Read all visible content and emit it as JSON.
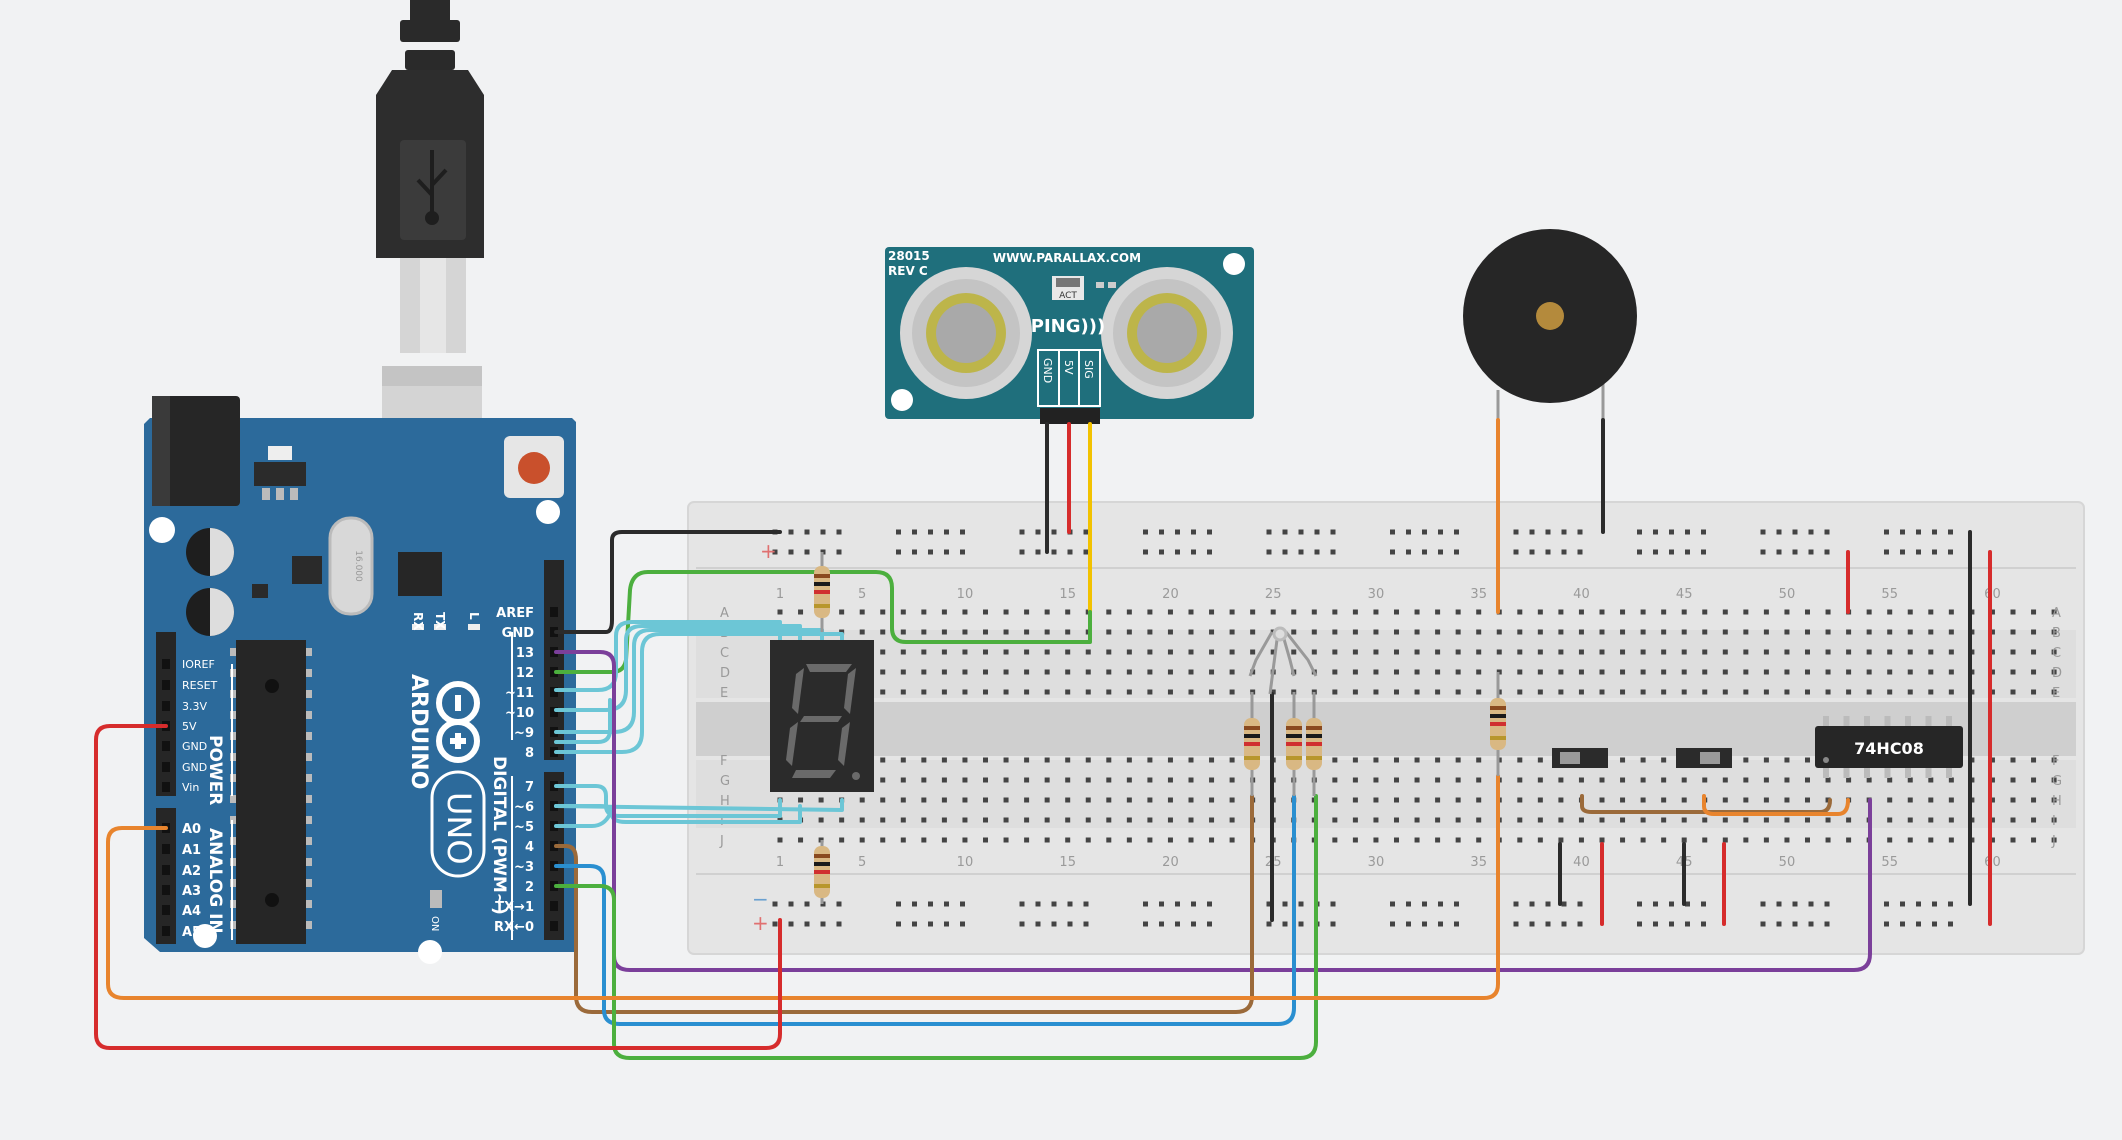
{
  "arduino": {
    "brand": "ARDUINO",
    "model": "UNO",
    "on_label": "ON",
    "l_label": "L",
    "tx_label": "TX",
    "rx_label": "RX",
    "power_header": "POWER",
    "analog_header": "ANALOG IN",
    "digital_header": "DIGITAL (PWM~)",
    "crystal": "16.000",
    "power_pins": [
      "IOREF",
      "RESET",
      "3.3V",
      "5V",
      "GND",
      "GND",
      "Vin"
    ],
    "analog_pins": [
      "A0",
      "A1",
      "A2",
      "A3",
      "A4",
      "A5"
    ],
    "digital_top_pins": [
      "AREF",
      "GND",
      "13",
      "12",
      "~11",
      "~10",
      "~9",
      "8"
    ],
    "digital_bottom_pins": [
      "7",
      "~6",
      "~5",
      "4",
      "~3",
      "2",
      "TX→1",
      "RX←0"
    ],
    "board_color": "#2c6a9b"
  },
  "ping_sensor": {
    "part": "28015",
    "rev": "REV C",
    "website": "WWW.PARALLAX.COM",
    "name": "PING)))",
    "act": "ACT",
    "pins": [
      "GND",
      "5V",
      "SIG"
    ],
    "board_color": "#1f6f7c"
  },
  "ic": {
    "label": "74HC08"
  },
  "breadboard": {
    "column_numbers": [
      "1",
      "5",
      "10",
      "15",
      "20",
      "25",
      "30",
      "35",
      "40",
      "45",
      "50",
      "55",
      "60"
    ],
    "row_letters_top": [
      "A",
      "B",
      "C",
      "D",
      "E"
    ],
    "row_letters_bottom": [
      "F",
      "G",
      "H",
      "I",
      "J"
    ],
    "rail_minus": "−",
    "rail_plus": "+"
  },
  "wire_colors": {
    "black": "#2b2b2b",
    "red": "#d62c2c",
    "yellow": "#f2c200",
    "orange": "#e8842d",
    "green": "#4caf3e",
    "cyan": "#6cc6d6",
    "purple": "#7b3f9a",
    "brown": "#9b6a3a",
    "blue": "#2a8fd0"
  }
}
